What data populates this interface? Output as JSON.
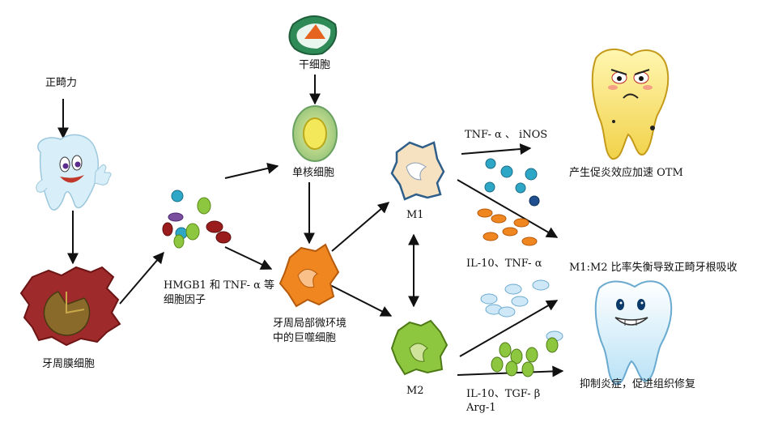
{
  "labels": {
    "orthodontic_force": "正畸力",
    "pdl_cells": "牙周膜细胞",
    "hmgb1_tnf_line1": "HMGB1 和 TNF- α  等",
    "hmgb1_tnf_line2": "细胞因子",
    "stem_cell": "干细胞",
    "monocyte": "单核细胞",
    "macrophage_line1": "牙周局部微环境",
    "macrophage_line2": "中的巨噬细胞",
    "m1": "M1",
    "m2": "M2",
    "tnf_inos": "TNF- α 、 iNOS",
    "il10_tnf": "IL-10、TNF- α",
    "il10_tgf": "IL-10、TGF- β",
    "arg1": "Arg-1",
    "pro_inflammatory": "产生促炎效应加速 OTM",
    "imbalance": "M1:M2 比率失衡导致正畸牙根吸收",
    "anti_inflammatory": "抑制炎症，促进组织修复"
  },
  "colors": {
    "arrow": "#111111",
    "teal": "#2ea6c6",
    "orange": "#f0861f",
    "green": "#8dc63f",
    "pale_blue": "#cfe8f7",
    "dark_red": "#9b1c1c",
    "purple": "#7a4fa0",
    "navy": "#1f4f8f"
  },
  "icons": {
    "force_tooth": "cartoon-tooth-thumbs-up-icon",
    "pdl_cell": "pdl-cell-icon",
    "stem_cell": "stem-cell-icon",
    "monocyte": "monocyte-icon",
    "macrophage": "macrophage-icon",
    "m1": "m1-macrophage-icon",
    "m2": "m2-macrophage-icon",
    "sick_tooth": "inflamed-tooth-icon",
    "happy_tooth": "healthy-tooth-icon"
  }
}
